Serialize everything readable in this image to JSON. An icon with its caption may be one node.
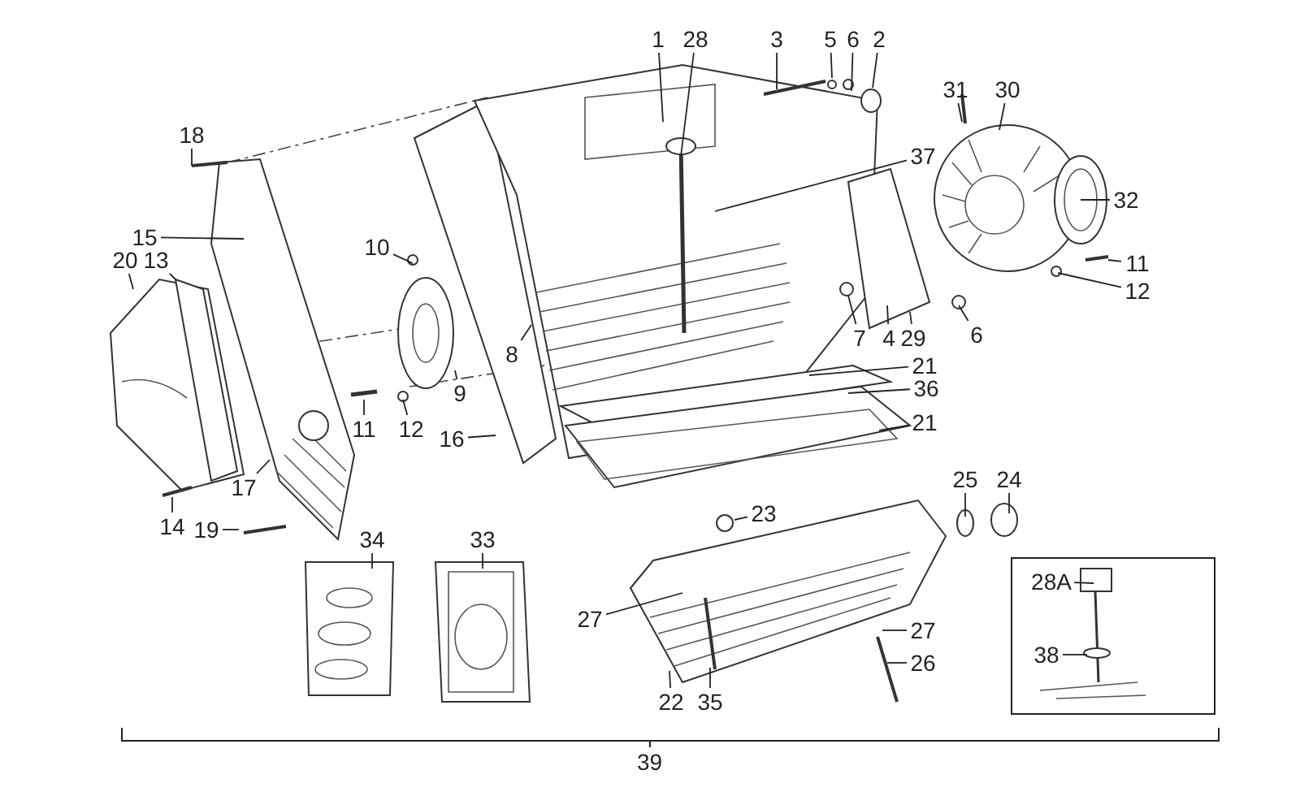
{
  "diagram": {
    "nodes": [
      {
        "text": [
          "1"
        ]
      },
      {
        "text": [
          "28"
        ]
      },
      {
        "text": [
          "3"
        ]
      },
      {
        "text": [
          "5"
        ]
      },
      {
        "text": [
          "6"
        ]
      },
      {
        "text": [
          "2"
        ]
      },
      {
        "text": [
          "37"
        ]
      },
      {
        "text": [
          "31"
        ]
      },
      {
        "text": [
          "30"
        ]
      },
      {
        "text": [
          "32"
        ]
      },
      {
        "text": [
          "11"
        ]
      },
      {
        "text": [
          "12"
        ]
      },
      {
        "text": [
          "18"
        ]
      },
      {
        "text": [
          "15"
        ]
      },
      {
        "text": [
          "20"
        ]
      },
      {
        "text": [
          "13"
        ]
      },
      {
        "text": [
          "10"
        ]
      },
      {
        "text": [
          "8"
        ]
      },
      {
        "text": [
          "9"
        ]
      },
      {
        "text": [
          "11"
        ]
      },
      {
        "text": [
          "12"
        ]
      },
      {
        "text": [
          "16"
        ]
      },
      {
        "text": [
          "6"
        ]
      },
      {
        "text": [
          "29"
        ]
      },
      {
        "text": [
          "4"
        ]
      },
      {
        "text": [
          "7"
        ]
      },
      {
        "text": [
          "21"
        ]
      },
      {
        "text": [
          "36"
        ]
      },
      {
        "text": [
          "21"
        ]
      },
      {
        "text": [
          "17"
        ]
      },
      {
        "text": [
          "14"
        ]
      },
      {
        "text": [
          "19"
        ]
      },
      {
        "text": [
          "25"
        ]
      },
      {
        "text": [
          "24"
        ]
      },
      {
        "text": [
          "23"
        ]
      },
      {
        "text": [
          "34"
        ]
      },
      {
        "text": [
          "33"
        ]
      },
      {
        "text": [
          "27"
        ]
      },
      {
        "text": [
          "27"
        ]
      },
      {
        "text": [
          "26"
        ]
      },
      {
        "text": [
          "22"
        ]
      },
      {
        "text": [
          "35"
        ]
      },
      {
        "text": [],
        "shape": "box"
      },
      {
        "text": [
          "28A"
        ],
        "in": 42
      },
      {
        "text": [
          "38"
        ],
        "in": 42
      }
    ],
    "edges": [
      {
        "from": 0,
        "to": null,
        "arrow": "none"
      },
      {
        "from": 1,
        "to": null,
        "arrow": "none"
      },
      {
        "from": 2,
        "to": null,
        "arrow": "none"
      },
      {
        "from": 3,
        "to": null,
        "arrow": "none"
      },
      {
        "from": 4,
        "to": null,
        "arrow": "none"
      },
      {
        "from": 5,
        "to": null,
        "arrow": "none"
      },
      {
        "from": 6,
        "to": null,
        "arrow": "none"
      },
      {
        "from": 7,
        "to": null,
        "arrow": "none"
      },
      {
        "from": 8,
        "to": null,
        "arrow": "none"
      },
      {
        "from": 9,
        "to": null,
        "arrow": "none"
      },
      {
        "from": 10,
        "to": null,
        "arrow": "none"
      },
      {
        "from": 11,
        "to": null,
        "arrow": "none"
      },
      {
        "from": 12,
        "to": null,
        "arrow": "none"
      },
      {
        "from": 13,
        "to": null,
        "arrow": "none"
      },
      {
        "from": 14,
        "to": null,
        "arrow": "none"
      },
      {
        "from": 15,
        "to": null,
        "arrow": "none"
      },
      {
        "from": 16,
        "to": null,
        "arrow": "none"
      },
      {
        "from": 17,
        "to": null,
        "arrow": "none"
      },
      {
        "from": 18,
        "to": null,
        "arrow": "none"
      },
      {
        "from": 19,
        "to": null,
        "arrow": "none"
      },
      {
        "from": 20,
        "to": null,
        "arrow": "none"
      },
      {
        "from": 21,
        "to": null,
        "arrow": "none"
      },
      {
        "from": 22,
        "to": null,
        "arrow": "none"
      },
      {
        "from": 23,
        "to": null,
        "arrow": "none"
      },
      {
        "from": 24,
        "to": null,
        "arrow": "none"
      },
      {
        "from": 25,
        "to": null,
        "arrow": "none"
      },
      {
        "from": 26,
        "to": null,
        "arrow": "none"
      },
      {
        "from": 27,
        "to": null,
        "arrow": "none"
      },
      {
        "from": 28,
        "to": null,
        "arrow": "none"
      },
      {
        "from": 29,
        "to": null,
        "arrow": "none"
      },
      {
        "from": 30,
        "to": null,
        "arrow": "none"
      },
      {
        "from": 31,
        "to": null,
        "arrow": "none"
      },
      {
        "from": 32,
        "to": null,
        "arrow": "none"
      },
      {
        "from": 33,
        "to": null,
        "arrow": "none"
      },
      {
        "from": 34,
        "to": null,
        "arrow": "none"
      },
      {
        "from": 35,
        "to": null,
        "arrow": "none"
      },
      {
        "from": 36,
        "to": null,
        "arrow": "none"
      },
      {
        "from": 37,
        "to": null,
        "arrow": "none"
      },
      {
        "from": 38,
        "to": null,
        "arrow": "none"
      },
      {
        "from": 39,
        "to": null,
        "arrow": "none"
      },
      {
        "from": 40,
        "to": null,
        "arrow": "none"
      },
      {
        "from": 41,
        "to": null,
        "arrow": "none"
      },
      {
        "from": 43,
        "to": null,
        "arrow": "none"
      },
      {
        "from": 44,
        "to": null,
        "arrow": "none"
      }
    ],
    "labels": [
      "39"
    ]
  }
}
